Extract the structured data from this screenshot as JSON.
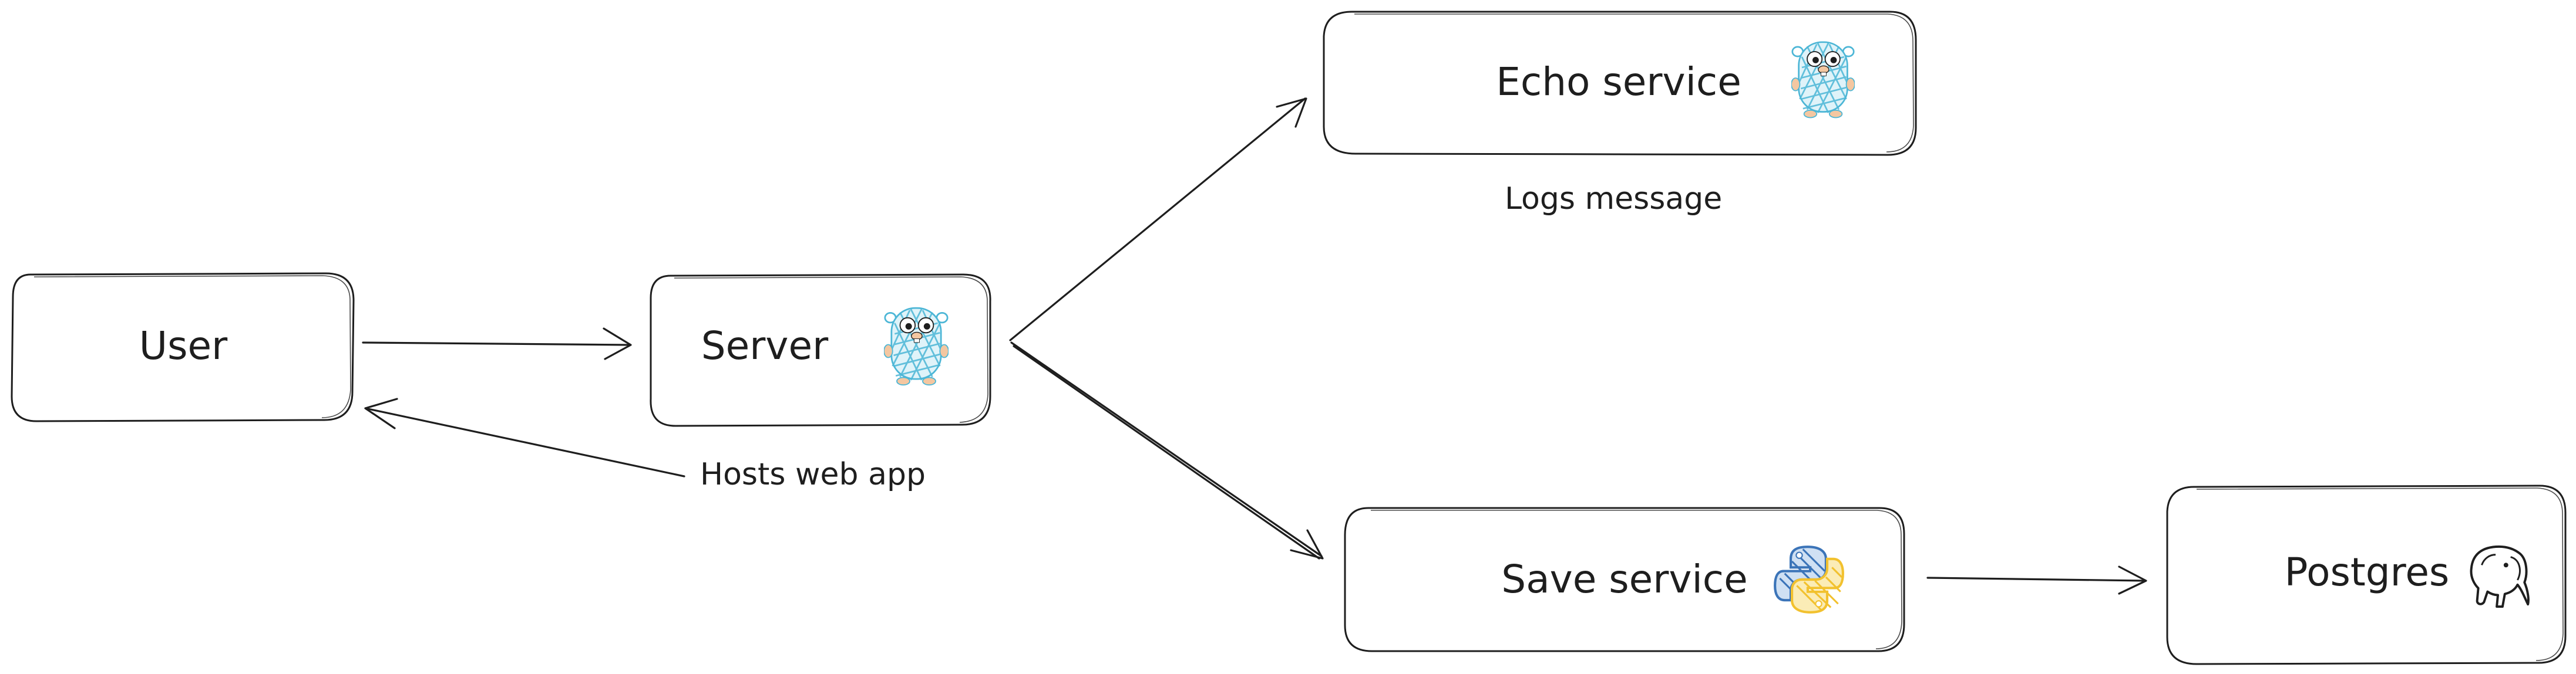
{
  "nodes": {
    "user": {
      "label": "User"
    },
    "server": {
      "label": "Server",
      "icon": "gopher-icon"
    },
    "echo": {
      "label": "Echo service",
      "icon": "gopher-icon"
    },
    "save": {
      "label": "Save service",
      "icon": "python-icon"
    },
    "postgres": {
      "label": "Postgres",
      "icon": "postgres-elephant-icon"
    }
  },
  "notes": {
    "hosts": "Hosts web app",
    "logs": "Logs message"
  },
  "colors": {
    "stroke": "#1e1e1e",
    "gopher_blue": "#4cb6d6",
    "python_blue": "#3b74b8",
    "python_yellow": "#f2c12e"
  }
}
